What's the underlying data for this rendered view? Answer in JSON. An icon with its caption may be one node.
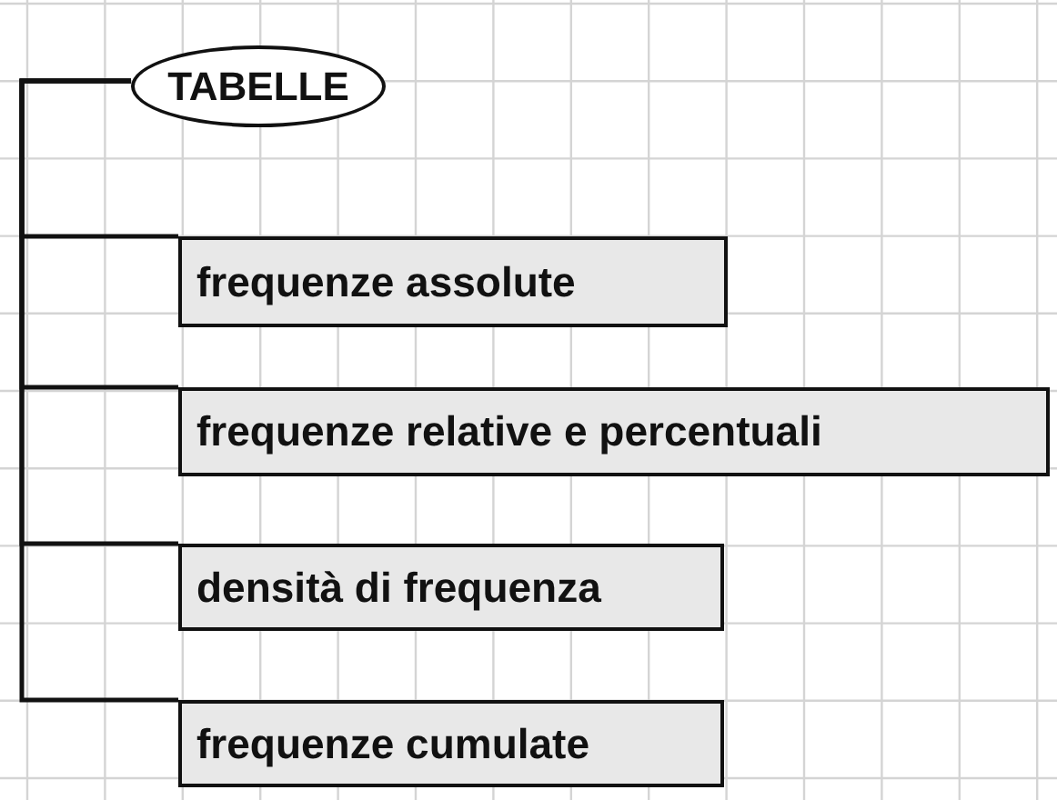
{
  "diagram": {
    "nodes": [
      {
        "text": [
          "TABELLE"
        ]
      },
      {
        "text": [
          "frequenze assolute"
        ]
      },
      {
        "text": [
          "frequenze relative e percentuali"
        ]
      },
      {
        "text": [
          "densità di frequenza"
        ]
      },
      {
        "text": [
          "frequenze cumulate"
        ]
      }
    ],
    "edges": [
      {
        "from": 0,
        "to": 1,
        "arrow": "none"
      },
      {
        "from": 0,
        "to": 2,
        "arrow": "none"
      },
      {
        "from": 0,
        "to": 3,
        "arrow": "none"
      },
      {
        "from": 0,
        "to": 4,
        "arrow": "none"
      }
    ]
  }
}
